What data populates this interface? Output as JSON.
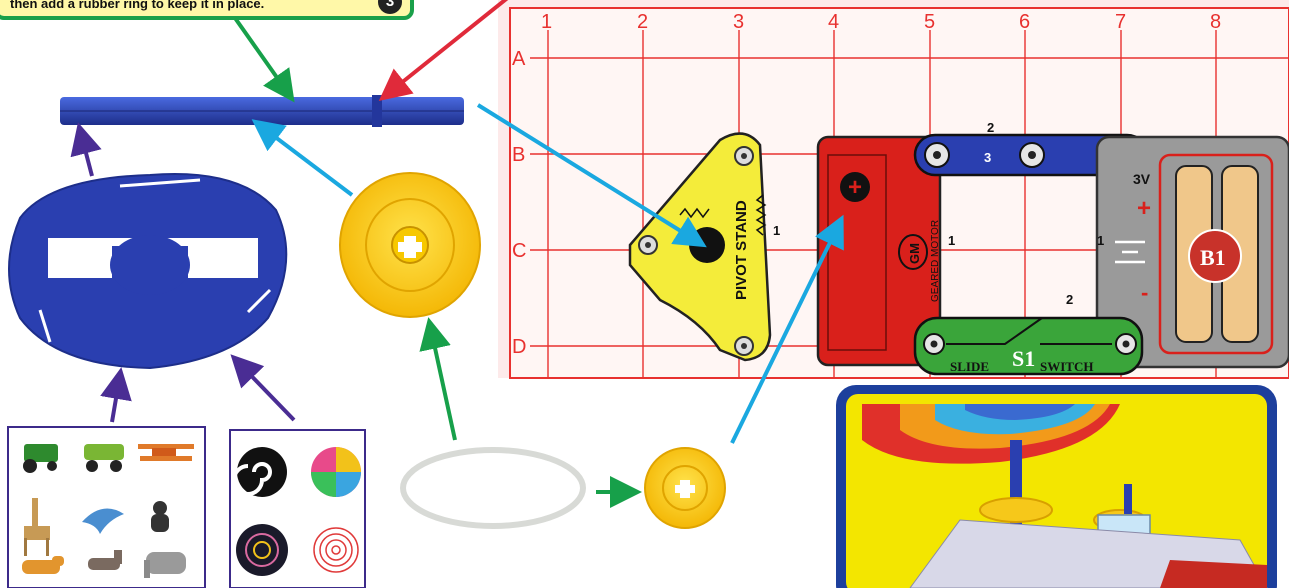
{
  "callout": {
    "text": "then add a rubber ring to keep it in place.",
    "step": "3"
  },
  "grid": {
    "columns": [
      "1",
      "2",
      "3",
      "4",
      "5",
      "6",
      "7",
      "8"
    ],
    "rows": [
      "A",
      "B",
      "C",
      "D"
    ]
  },
  "parts": {
    "pivot_stand": {
      "label": "PIVOT STAND",
      "level": "1"
    },
    "geared_motor": {
      "badge": "GM",
      "label": "GEARED MOTOR",
      "level": "1",
      "polarity": "+"
    },
    "wire": {
      "label": "3",
      "level": "2"
    },
    "battery": {
      "label": "B1",
      "voltage": "3V",
      "level": "1",
      "plus": "+",
      "minus": "-"
    },
    "switch": {
      "label": "S1",
      "left": "SLIDE",
      "right": "SWITCH",
      "level": "2"
    }
  },
  "colors": {
    "grid_red": "#e8312f",
    "blue_part": "#2a3fb0",
    "yellow_part": "#f6d21a",
    "motor_red": "#d9201b",
    "switch_green": "#3aa53a",
    "arrow_green": "#17a04a",
    "arrow_blue": "#1aa8e0",
    "arrow_purple": "#4a2d94",
    "arrow_red": "#e02a3a"
  }
}
